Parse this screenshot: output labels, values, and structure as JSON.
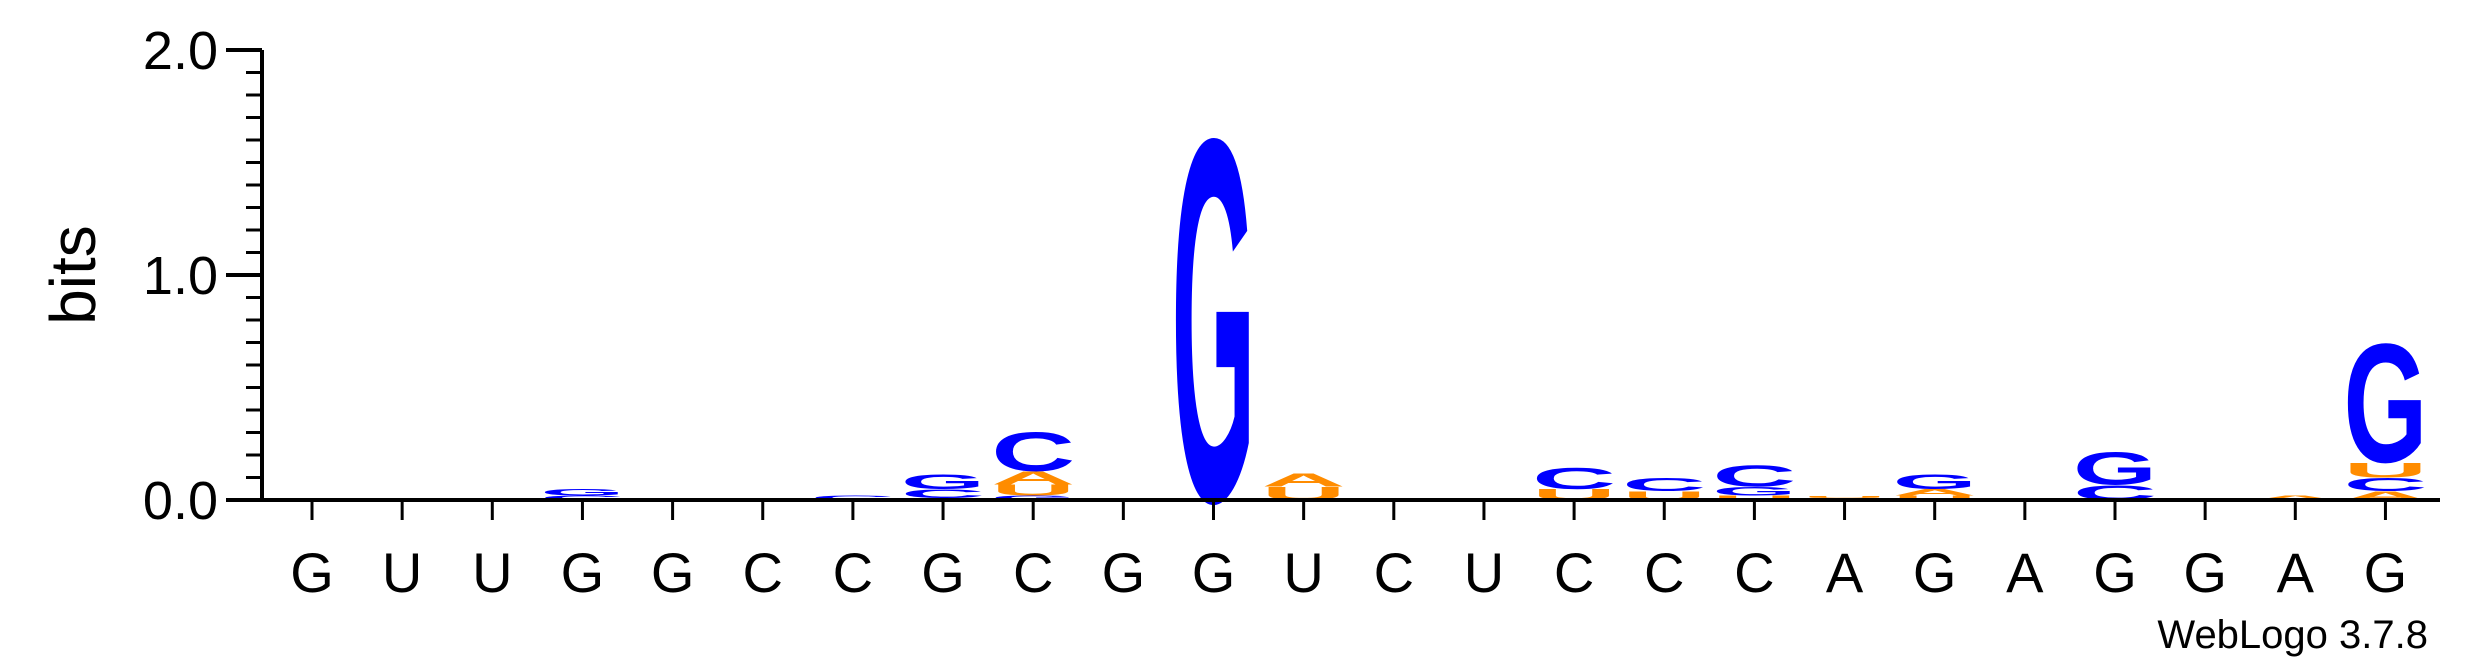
{
  "chart_data": {
    "type": "sequence_logo",
    "ylabel": "bits",
    "ylim": [
      0,
      2.0
    ],
    "yticks": [
      "0.0",
      "1.0",
      "2.0"
    ],
    "positions": [
      "G",
      "U",
      "U",
      "G",
      "G",
      "C",
      "C",
      "G",
      "C",
      "G",
      "G",
      "U",
      "C",
      "U",
      "C",
      "C",
      "C",
      "A",
      "G",
      "A",
      "G",
      "G",
      "A",
      "G"
    ],
    "stacks": [
      [],
      [],
      [],
      [
        {
          "letter": "C",
          "bits": 0.02
        },
        {
          "letter": "G",
          "bits": 0.03
        }
      ],
      [
        {
          "letter": "G",
          "bits": 0.01
        }
      ],
      [],
      [
        {
          "letter": "C",
          "bits": 0.02
        }
      ],
      [
        {
          "letter": "U",
          "bits": 0.01
        },
        {
          "letter": "C",
          "bits": 0.04
        },
        {
          "letter": "G",
          "bits": 0.07
        }
      ],
      [
        {
          "letter": "G",
          "bits": 0.02
        },
        {
          "letter": "U",
          "bits": 0.05
        },
        {
          "letter": "A",
          "bits": 0.06
        },
        {
          "letter": "C",
          "bits": 0.18
        }
      ],
      [],
      [
        {
          "letter": "G",
          "bits": 1.68
        }
      ],
      [
        {
          "letter": "U",
          "bits": 0.06
        },
        {
          "letter": "A",
          "bits": 0.06
        }
      ],
      [],
      [],
      [
        {
          "letter": "U",
          "bits": 0.05
        },
        {
          "letter": "C",
          "bits": 0.1
        }
      ],
      [
        {
          "letter": "U",
          "bits": 0.04
        },
        {
          "letter": "C",
          "bits": 0.06
        }
      ],
      [
        {
          "letter": "U",
          "bits": 0.02
        },
        {
          "letter": "G",
          "bits": 0.04
        },
        {
          "letter": "C",
          "bits": 0.1
        }
      ],
      [
        {
          "letter": "A",
          "bits": 0.01
        },
        {
          "letter": "U",
          "bits": 0.01
        }
      ],
      [
        {
          "letter": "U",
          "bits": 0.02
        },
        {
          "letter": "A",
          "bits": 0.03
        },
        {
          "letter": "G",
          "bits": 0.07
        }
      ],
      [],
      [
        {
          "letter": "C",
          "bits": 0.07
        },
        {
          "letter": "G",
          "bits": 0.15
        }
      ],
      [],
      [
        {
          "letter": "A",
          "bits": 0.02
        }
      ],
      [
        {
          "letter": "A",
          "bits": 0.04
        },
        {
          "letter": "C",
          "bits": 0.06
        },
        {
          "letter": "U",
          "bits": 0.07
        },
        {
          "letter": "G",
          "bits": 0.55
        }
      ]
    ],
    "colors": {
      "G": "#0000ff",
      "C": "#0000ff",
      "A": "#ff8c00",
      "U": "#ff8c00"
    },
    "credit": "WebLogo 3.7.8"
  }
}
